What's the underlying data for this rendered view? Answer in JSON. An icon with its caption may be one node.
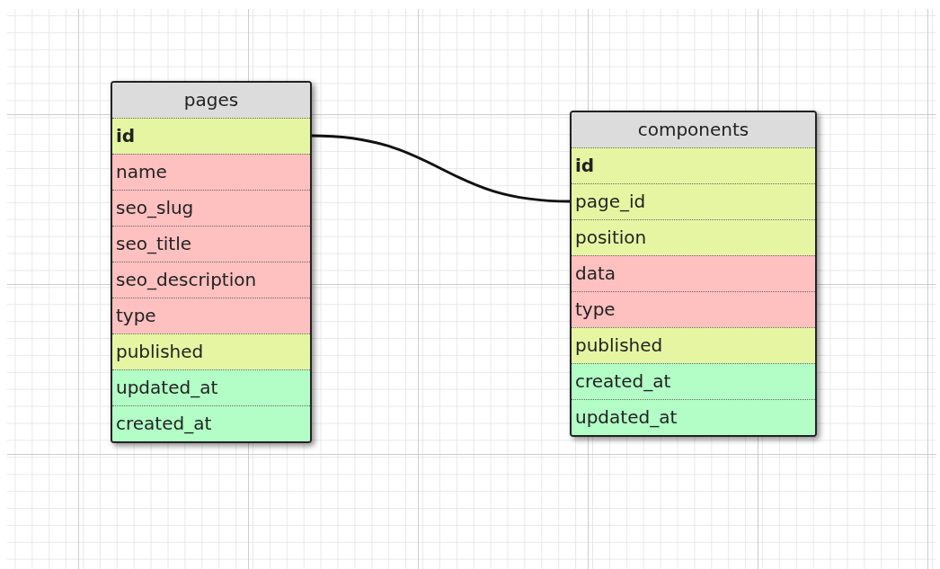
{
  "diagram": {
    "nodes": [
      {
        "text": [
          "pages"
        ]
      },
      {
        "text": [
          "id"
        ],
        "in": 0
      },
      {
        "text": [
          "name"
        ],
        "in": 0
      },
      {
        "text": [
          "seo_slug"
        ],
        "in": 0
      },
      {
        "text": [
          "seo_title"
        ],
        "in": 0
      },
      {
        "text": [
          "seo_description"
        ],
        "in": 0
      },
      {
        "text": [
          "type"
        ],
        "in": 0
      },
      {
        "text": [
          "published"
        ],
        "in": 0
      },
      {
        "text": [
          "updated_at"
        ],
        "in": 0
      },
      {
        "text": [
          "created_at"
        ],
        "in": 0
      },
      {
        "text": [
          "components"
        ]
      },
      {
        "text": [
          "id"
        ],
        "in": 10
      },
      {
        "text": [
          "page_id"
        ],
        "in": 10
      },
      {
        "text": [
          "position"
        ],
        "in": 10
      },
      {
        "text": [
          "data"
        ],
        "in": 10
      },
      {
        "text": [
          "type"
        ],
        "in": 10
      },
      {
        "text": [
          "published"
        ],
        "in": 10
      },
      {
        "text": [
          "created_at"
        ],
        "in": 10
      },
      {
        "text": [
          "updated_at"
        ],
        "in": 10
      }
    ],
    "edges": [
      {
        "from": 1,
        "to": 12,
        "arrow": "none"
      }
    ]
  }
}
